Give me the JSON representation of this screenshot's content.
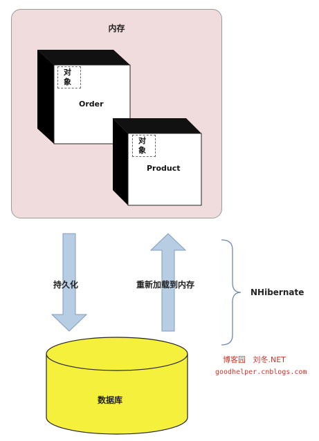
{
  "memory": {
    "title": "内存"
  },
  "order": {
    "tag": "对象",
    "label": "Order"
  },
  "product": {
    "tag": "对象",
    "label": "Product"
  },
  "persist_label": "持久化",
  "reload_label": "重新加载到内存",
  "framework_label": "NHibernate",
  "database_label": "数据库",
  "credits": {
    "line1": "博客园   刘冬.NET",
    "line2": "goodhelper.cnblogs.com"
  },
  "colors": {
    "memory_bg": "#f0dcdc",
    "arrow": "#b7cde4",
    "db": "#f5f03c",
    "credit": "#c0392b"
  }
}
